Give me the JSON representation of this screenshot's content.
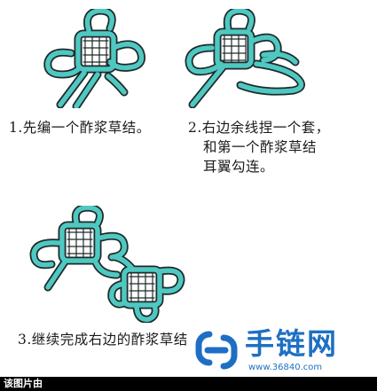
{
  "steps": [
    {
      "lines": [
        "1.先编一个酢浆草结。"
      ]
    },
    {
      "lines": [
        "2.右边余线捏一个套，",
        "和第一个酢浆草结",
        "耳翼勾连。"
      ]
    },
    {
      "lines": [
        "3.继续完成右边的酢浆草结"
      ]
    }
  ],
  "watermark": {
    "brand": "手链网",
    "url": "www.36840.com"
  },
  "caption": "该图片由",
  "colors": {
    "cord": "#4fc8c2",
    "cord_outline": "#1f2a2a",
    "brand": "#1e6fc4",
    "bar": "#000000"
  },
  "icons": [
    "knot-illustration-1",
    "knot-illustration-2",
    "knot-illustration-3",
    "chain-logo-icon"
  ]
}
